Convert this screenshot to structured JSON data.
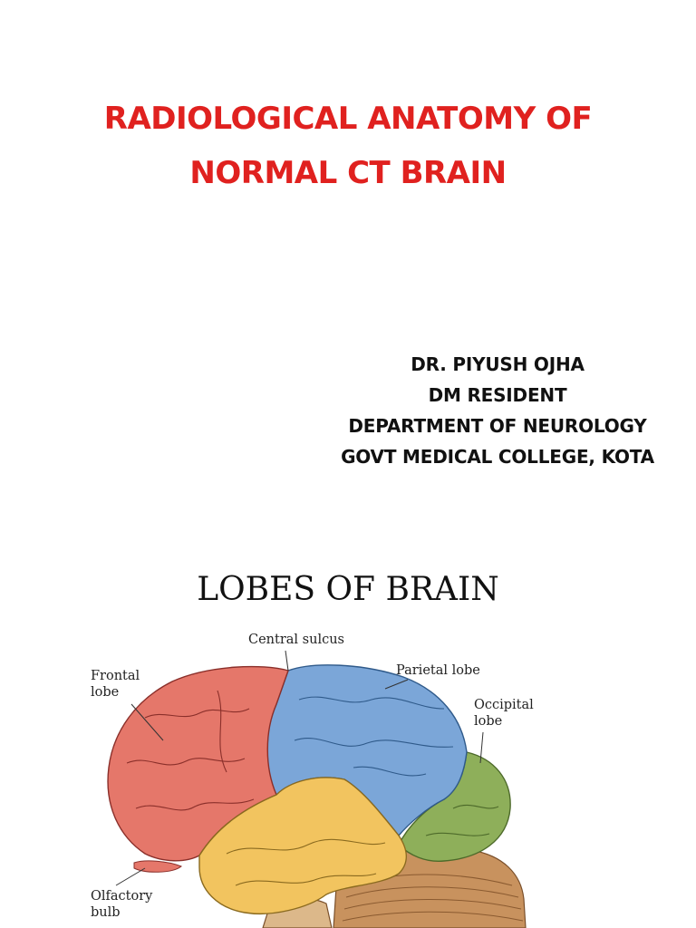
{
  "slide1": {
    "title_line1": "RADIOLOGICAL ANATOMY OF",
    "title_line2": "NORMAL CT BRAIN",
    "author": [
      "DR. PIYUSH OJHA",
      "DM RESIDENT",
      "DEPARTMENT OF NEUROLOGY",
      "GOVT MEDICAL COLLEGE, KOTA"
    ]
  },
  "slide2": {
    "title": "LOBES OF BRAIN",
    "labels": {
      "central_sulcus": "Central sulcus",
      "frontal_1": "Frontal",
      "frontal_2": "lobe",
      "parietal": "Parietal lobe",
      "occipital_1": "Occipital",
      "occipital_2": "lobe",
      "olfactory_1": "Olfactory",
      "olfactory_2": "bulb"
    }
  },
  "colors": {
    "title": "#e0211f",
    "frontal": "#e5776a",
    "parietal": "#7ba6d8",
    "occipital": "#8eaf5a",
    "temporal": "#f2c45f",
    "cerebellum": "#c8925e"
  }
}
